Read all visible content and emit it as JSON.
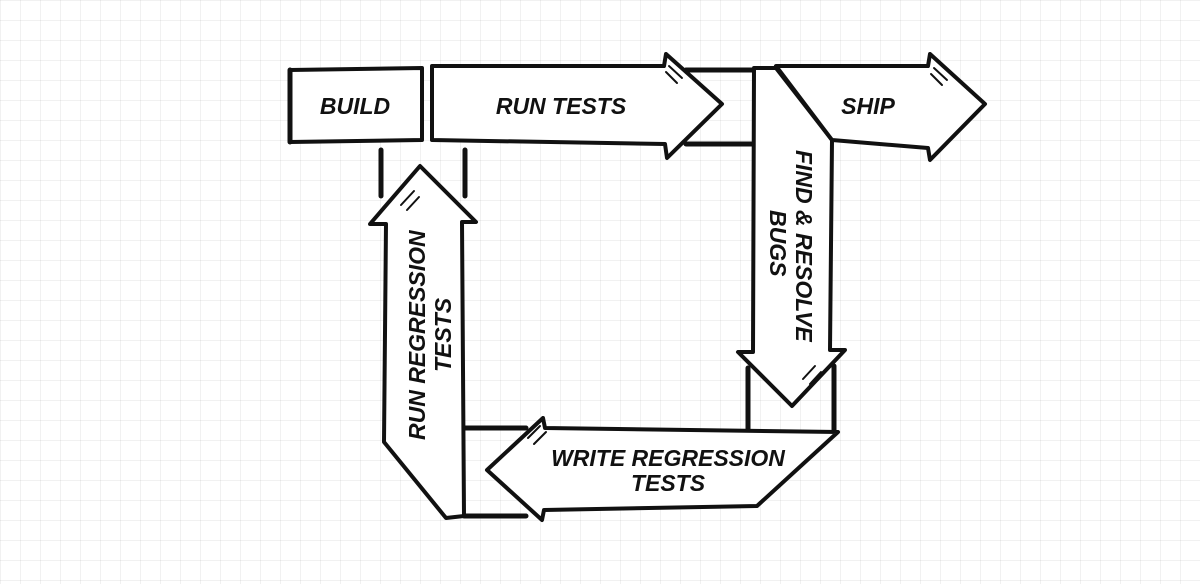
{
  "diagram": {
    "build": "BUILD",
    "run_tests": "RUN TESTS",
    "ship": "SHIP",
    "find_resolve": {
      "line1": "FIND & RESOLVE",
      "line2": "BUGS"
    },
    "run_regression": {
      "line1": "RUN REGRESSION",
      "line2": "TESTS"
    },
    "write_regression": {
      "line1": "WRITE REGRESSION",
      "line2": "TESTS"
    }
  },
  "colors": {
    "ink": "#111111",
    "fill": "#ffffff",
    "grid": "#eeeeee"
  }
}
